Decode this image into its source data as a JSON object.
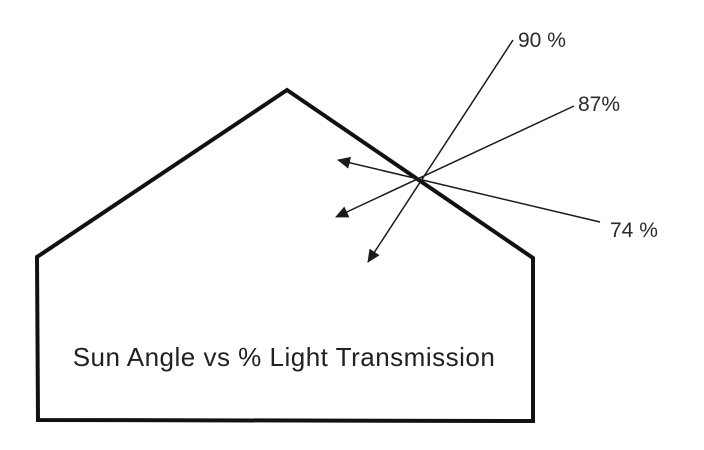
{
  "diagram": {
    "title": "Sun Angle vs % Light Transmission",
    "description": "house-cross-section-with-sun-rays-through-roof",
    "colors": {
      "background": "#ffffff",
      "outline": "#111111",
      "text": "#212121"
    },
    "arrows": [
      {
        "label": "90 %",
        "transmission_percent": 90,
        "note": "steepest-sun-angle"
      },
      {
        "label": "87%",
        "transmission_percent": 87,
        "note": "medium-sun-angle"
      },
      {
        "label": "74 %",
        "transmission_percent": 74,
        "note": "shallowest-sun-angle"
      }
    ]
  }
}
